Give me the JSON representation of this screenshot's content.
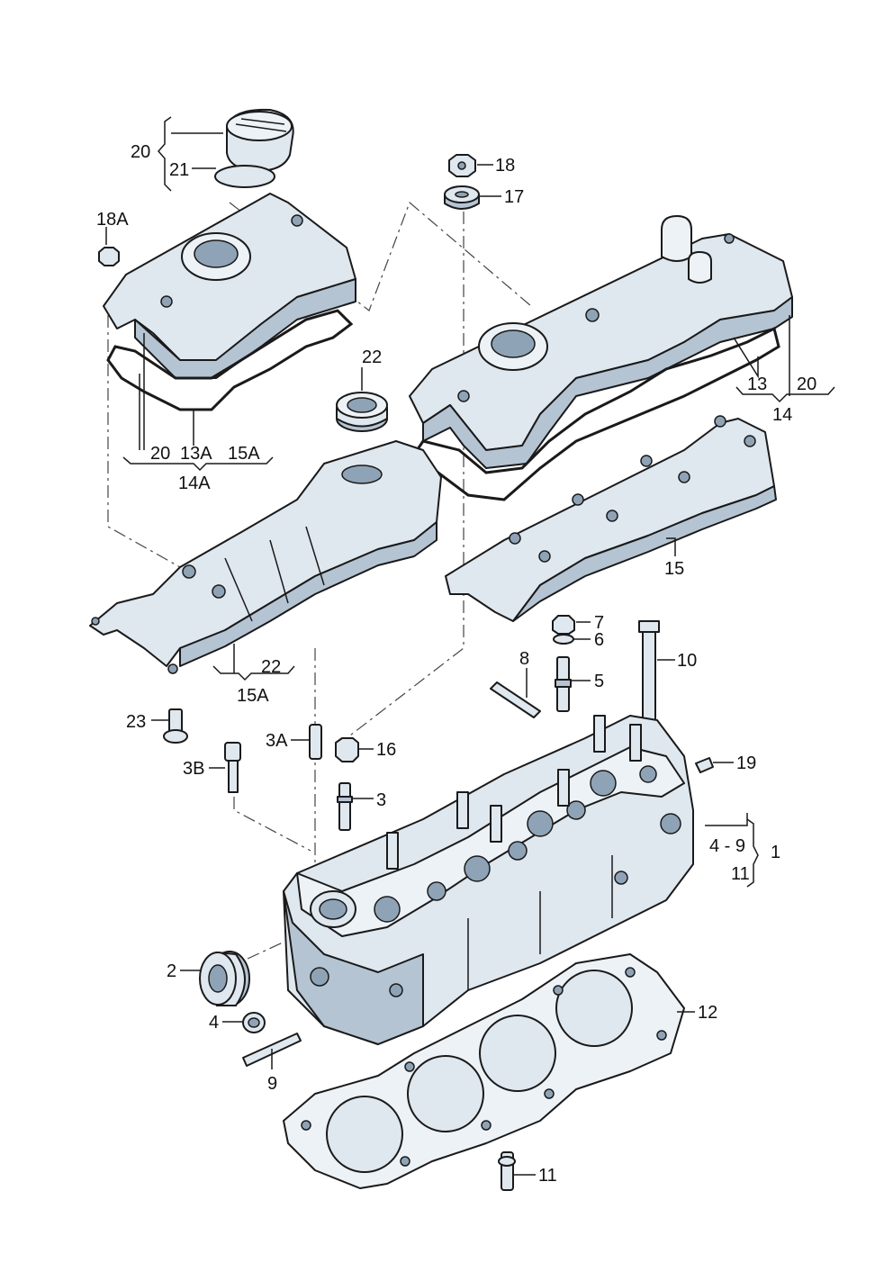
{
  "labels": {
    "p20a": "20",
    "p21": "21",
    "p18a": "18A",
    "p18": "18",
    "p17": "17",
    "p22a": "22",
    "p13": "13",
    "p20b": "20",
    "p14": "14",
    "p20c": "20",
    "p13a": "13A",
    "p15a": "15A",
    "p14a": "14A",
    "p15": "15",
    "p22b": "22",
    "p15a2": "15A",
    "p23": "23",
    "p7": "7",
    "p6": "6",
    "p8": "8",
    "p5": "5",
    "p10": "10",
    "p3a": "3A",
    "p16": "16",
    "p3b": "3B",
    "p3": "3",
    "p19": "19",
    "p49": "4 - 9",
    "p11a": "11",
    "p1": "1",
    "p2": "2",
    "p4": "4",
    "p12": "12",
    "p9": "9",
    "p11b": "11"
  }
}
